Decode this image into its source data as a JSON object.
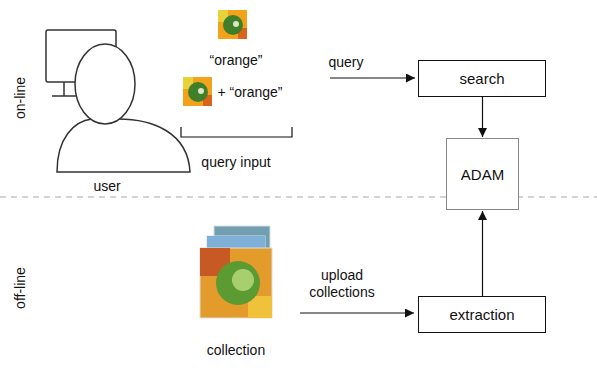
{
  "diagram": {
    "nodes": [
      {
        "text": [
          "search"
        ]
      },
      {
        "text": [
          "ADAM"
        ]
      },
      {
        "text": [
          "extraction"
        ]
      }
    ],
    "edges": [
      {
        "from": 0,
        "to": 1,
        "arrow": "to"
      },
      {
        "from": 2,
        "to": 1,
        "arrow": "to"
      }
    ],
    "labels": [
      "on-line",
      "off-line",
      "“orange”",
      "+ “orange”",
      "user",
      "query input",
      "query",
      "upload collections",
      "collection"
    ]
  }
}
